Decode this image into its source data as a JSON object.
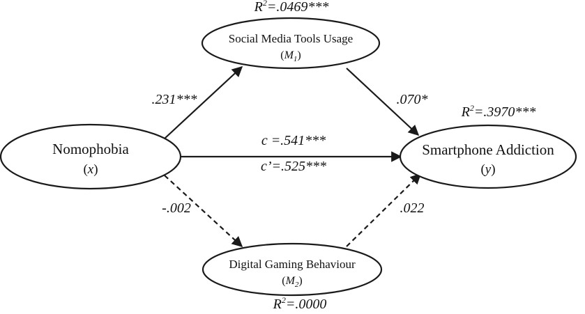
{
  "nodes": {
    "nomophobia": {
      "label": "Nomophobia",
      "symbol": "x"
    },
    "social_media": {
      "label": "Social Media Tools Usage",
      "symbol": "M",
      "subscript": "1"
    },
    "digital_gaming": {
      "label": "Digital Gaming Behaviour",
      "symbol": "M",
      "subscript": "2"
    },
    "smartphone_addiction": {
      "label": "Smartphone Addiction",
      "symbol": "y"
    }
  },
  "r_squared": {
    "social_media": {
      "prefix": "R",
      "power": "2",
      "value": "=.0469***"
    },
    "smartphone_addiction": {
      "prefix": "R",
      "power": "2",
      "value": "=.3970***"
    },
    "digital_gaming": {
      "prefix": "R",
      "power": "2",
      "value": "=.0000"
    }
  },
  "paths": {
    "x_to_m1": ".231***",
    "m1_to_y": ".070*",
    "x_to_y_total": "c =.541***",
    "x_to_y_direct": "c’=.525***",
    "x_to_m2": "-.002",
    "m2_to_y": ".022"
  },
  "edge_styles": {
    "x_to_m1": "solid",
    "m1_to_y": "solid",
    "x_to_y": "solid",
    "x_to_m2": "dashed",
    "m2_to_y": "dashed"
  },
  "colors": {
    "line": "#1a1a1a",
    "text": "#111111",
    "background": "#ffffff"
  }
}
